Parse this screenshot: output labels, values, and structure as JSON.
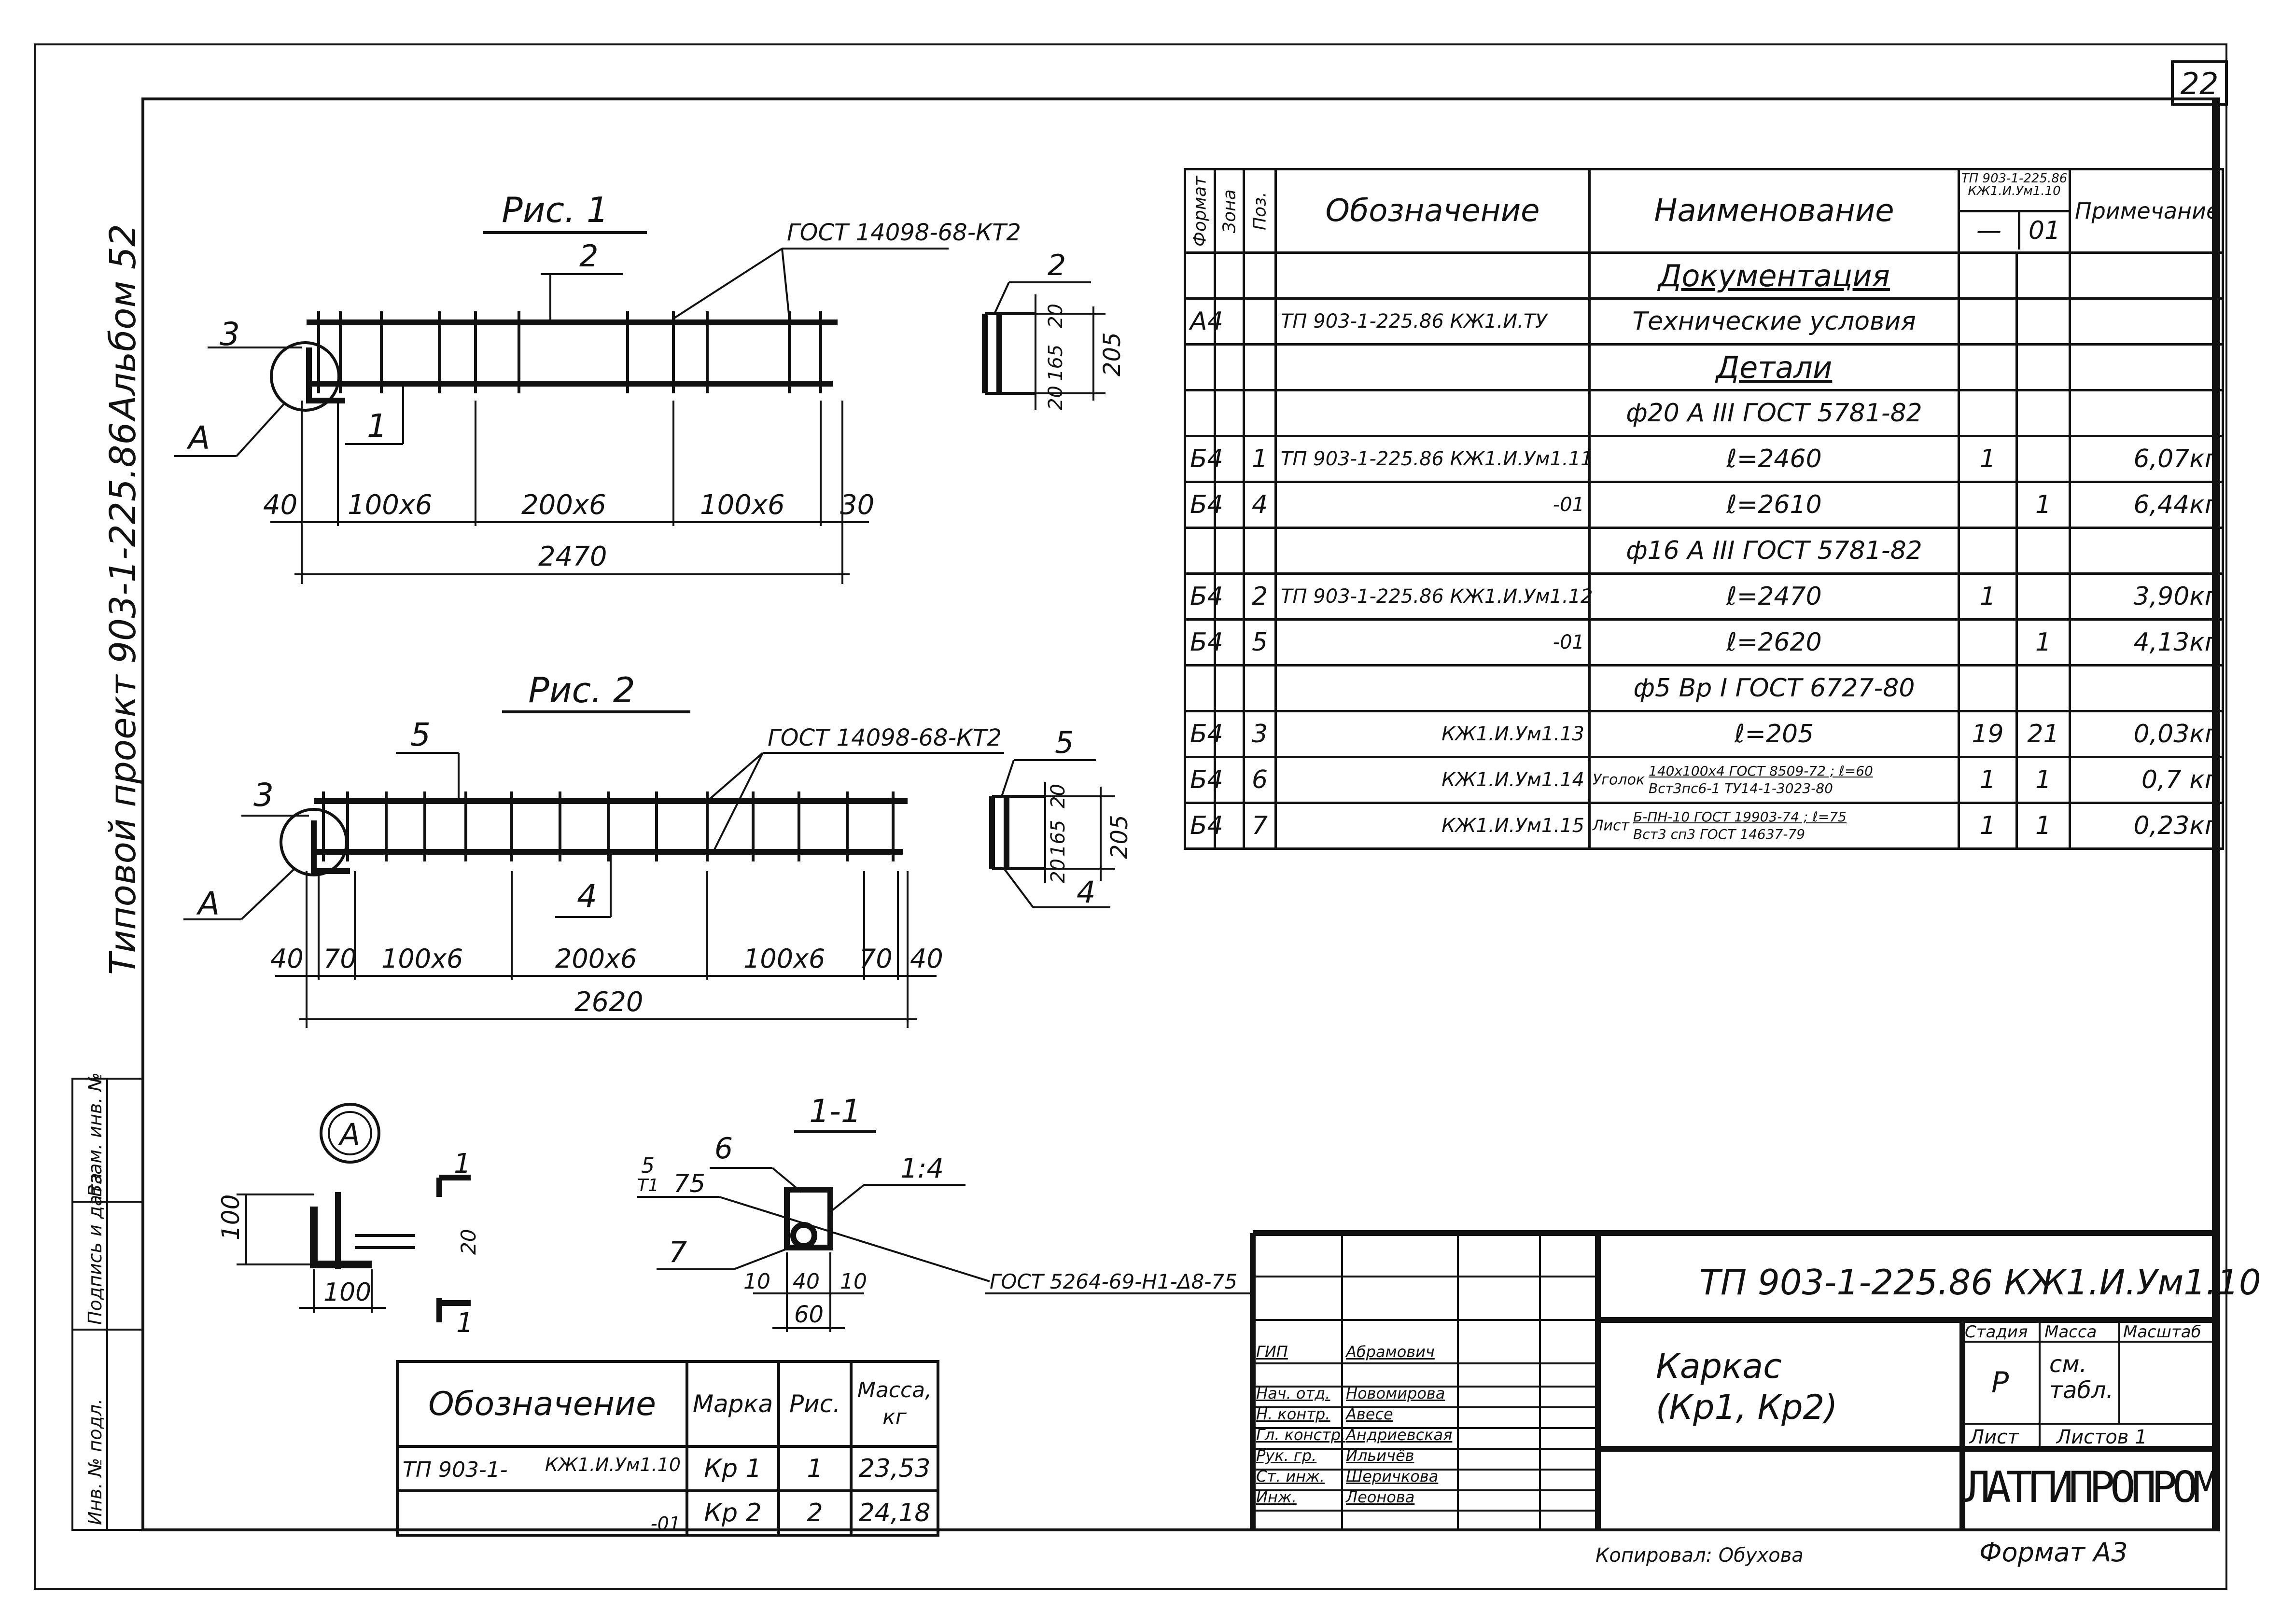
{
  "sheet": {
    "number": "22",
    "side_album": "Альбом 52",
    "side_project": "Типовой проект 903-1-225.86",
    "side_stamps": [
      "Инв. № подл.",
      "Подпись и дата",
      "Взам. инв. №"
    ]
  },
  "fig1": {
    "title": "Рис. 1",
    "gost": "ГОСТ 14098-68-КТ2",
    "pos_labels": [
      "2",
      "3",
      "1",
      "A",
      "2"
    ],
    "dims": [
      "40",
      "100x6",
      "200x6",
      "100x6",
      "30",
      "2470"
    ],
    "side_dims": [
      "20",
      "165",
      "20",
      "205"
    ]
  },
  "fig2": {
    "title": "Рис. 2",
    "gost": "ГОСТ 14098-68-КТ2",
    "pos_labels": [
      "5",
      "3",
      "4",
      "A",
      "5",
      "4"
    ],
    "dims": [
      "40",
      "70",
      "100x6",
      "200x6",
      "100x6",
      "70",
      "40",
      "2620"
    ],
    "side_dims": [
      "20",
      "165",
      "20",
      "205"
    ]
  },
  "detailA": {
    "label": "A",
    "dims": [
      "100",
      "20",
      "100"
    ],
    "cut": [
      "1",
      "1"
    ]
  },
  "section11": {
    "title": "1-1",
    "labels": [
      "6",
      "5",
      "75",
      "7",
      "1:4"
    ],
    "weld_note": "Т1",
    "dims": [
      "10",
      "40",
      "10",
      "60"
    ],
    "gost": "ГОСТ 5264-69-Н1-Δ8-75"
  },
  "spec": {
    "headers": {
      "format": "Формат",
      "zone": "Зона",
      "pos": "Поз.",
      "designation": "Обозначение",
      "name": "Наименование",
      "qty_group": "ТП 903-1-225.86 КЖ1.И.Ум1.10",
      "qty_a": "—",
      "qty_b": "01",
      "note": "Примечание"
    },
    "rows": [
      {
        "fmt": "",
        "pos": "",
        "des": "",
        "name": "Документация",
        "a": "",
        "b": "",
        "note": "",
        "section": true
      },
      {
        "fmt": "А4",
        "pos": "",
        "des": "ТП 903-1-225.86   КЖ1.И.ТУ",
        "name": "Технические условия",
        "a": "",
        "b": "",
        "note": ""
      },
      {
        "fmt": "",
        "pos": "",
        "des": "",
        "name": "Детали",
        "a": "",
        "b": "",
        "note": "",
        "section": true
      },
      {
        "fmt": "",
        "pos": "",
        "des": "",
        "name": "ф20 А III   ГОСТ 5781-82",
        "a": "",
        "b": "",
        "note": ""
      },
      {
        "fmt": "Б4",
        "pos": "1",
        "des": "ТП 903-1-225.86  КЖ1.И.Ум1.11",
        "name": "ℓ=2460",
        "a": "1",
        "b": "",
        "note": "6,07кг"
      },
      {
        "fmt": "Б4",
        "pos": "4",
        "des": "-01",
        "name": "ℓ=2610",
        "a": "",
        "b": "1",
        "note": "6,44кг"
      },
      {
        "fmt": "",
        "pos": "",
        "des": "",
        "name": "ф16 А III   ГОСТ 5781-82",
        "a": "",
        "b": "",
        "note": ""
      },
      {
        "fmt": "Б4",
        "pos": "2",
        "des": "ТП 903-1-225.86 КЖ1.И.Ум1.12",
        "name": "ℓ=2470",
        "a": "1",
        "b": "",
        "note": "3,90кг"
      },
      {
        "fmt": "Б4",
        "pos": "5",
        "des": "-01",
        "name": "ℓ=2620",
        "a": "",
        "b": "1",
        "note": "4,13кг"
      },
      {
        "fmt": "",
        "pos": "",
        "des": "",
        "name": "ф5 Вр I   ГОСТ 6727-80",
        "a": "",
        "b": "",
        "note": ""
      },
      {
        "fmt": "Б4",
        "pos": "3",
        "des": "КЖ1.И.Ум1.13",
        "name": "ℓ=205",
        "a": "19",
        "b": "21",
        "note": "0,03кг"
      },
      {
        "fmt": "Б4",
        "pos": "6",
        "des": "КЖ1.И.Ум1.14",
        "name_prefix": "Уголок",
        "name": "140x100x4 ГОСТ 8509-72 ; ℓ=60",
        "name2": "Вст3пс6-1 ТУ14-1-3023-80",
        "a": "1",
        "b": "1",
        "note": "0,7 кг"
      },
      {
        "fmt": "Б4",
        "pos": "7",
        "des": "КЖ1.И.Ум1.15",
        "name_prefix": "Лист",
        "name": "Б-ПН-10 ГОСТ 19903-74 ; ℓ=75",
        "name2": "Вст3 сп3 ГОСТ 14637-79",
        "a": "1",
        "b": "1",
        "note": "0,23кг"
      }
    ]
  },
  "marks": {
    "headers": {
      "designation": "Обозначение",
      "mark": "Марка",
      "fig": "Рис.",
      "mass": "Масса, кг"
    },
    "rows": [
      {
        "des_left": "ТП 903-1-",
        "des_right": "КЖ1.И.Ум1.10",
        "mark": "Кр 1",
        "fig": "1",
        "mass": "23,53"
      },
      {
        "des_left": "",
        "des_right": "-01",
        "mark": "Кр 2",
        "fig": "2",
        "mass": "24,18"
      }
    ]
  },
  "titleblock": {
    "code": "ТП 903-1-225.86   КЖ1.И.Ум1.10",
    "title_line1": "Каркас",
    "title_line2": "(Кр1, Кр2)",
    "stage_label": "Стадия",
    "mass_label": "Масса",
    "scale_label": "Масштаб",
    "stage": "Р",
    "mass": "см. табл.",
    "sheet_label": "Лист",
    "sheets_label": "Листов 1",
    "org": "ЛАТГИПРОПРОМ",
    "roles": [
      "ГИП",
      "Нач. отд.",
      "Н. контр.",
      "Гл. констр.",
      "Рук. гр.",
      "Ст. инж.",
      "Инж."
    ],
    "names": [
      "Абрамович",
      "Новомирова",
      "Авесе",
      "Андриевская",
      "Ильичёв",
      "Шеричкова",
      "Леонова"
    ],
    "copied": "Копировал: Обухова",
    "format": "Формат А3"
  }
}
